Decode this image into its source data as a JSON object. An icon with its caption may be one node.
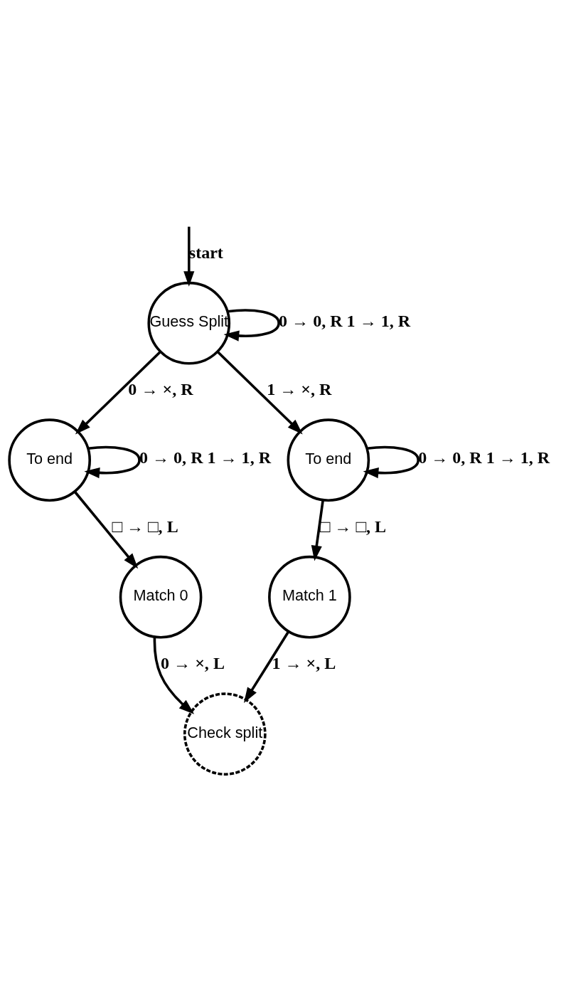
{
  "diagram": {
    "nodes": [
      {
        "text": [
          "Guess Split"
        ]
      },
      {
        "text": [
          "To end"
        ]
      },
      {
        "text": [
          "Match 0"
        ]
      },
      {
        "text": [
          "To end"
        ]
      },
      {
        "text": [
          "Match 1"
        ]
      },
      {
        "text": [
          "Check split"
        ]
      }
    ],
    "edges": [
      {
        "from": null,
        "to": 0,
        "arrow": "to",
        "label": "start"
      },
      {
        "from": 0,
        "to": 0,
        "arrow": "to",
        "label": "0 → 0, R 1 → 1, R"
      },
      {
        "from": 0,
        "to": 1,
        "arrow": "to",
        "label": "0 → ×, R"
      },
      {
        "from": 0,
        "to": 3,
        "arrow": "to",
        "label": "1 → ×, R"
      },
      {
        "from": 1,
        "to": 1,
        "arrow": "to",
        "label": "0 → 0, R 1 → 1, R"
      },
      {
        "from": 1,
        "to": 2,
        "arrow": "to",
        "label": "□ → □, L"
      },
      {
        "from": 3,
        "to": 3,
        "arrow": "to",
        "label": "0 → 0, R 1 → 1, R"
      },
      {
        "from": 3,
        "to": 4,
        "arrow": "to",
        "label": "□ → □, L"
      },
      {
        "from": 2,
        "to": 5,
        "arrow": "to",
        "label": "0 → ×, L"
      },
      {
        "from": 4,
        "to": 5,
        "arrow": "to",
        "label": "1 → ×, L"
      }
    ]
  }
}
